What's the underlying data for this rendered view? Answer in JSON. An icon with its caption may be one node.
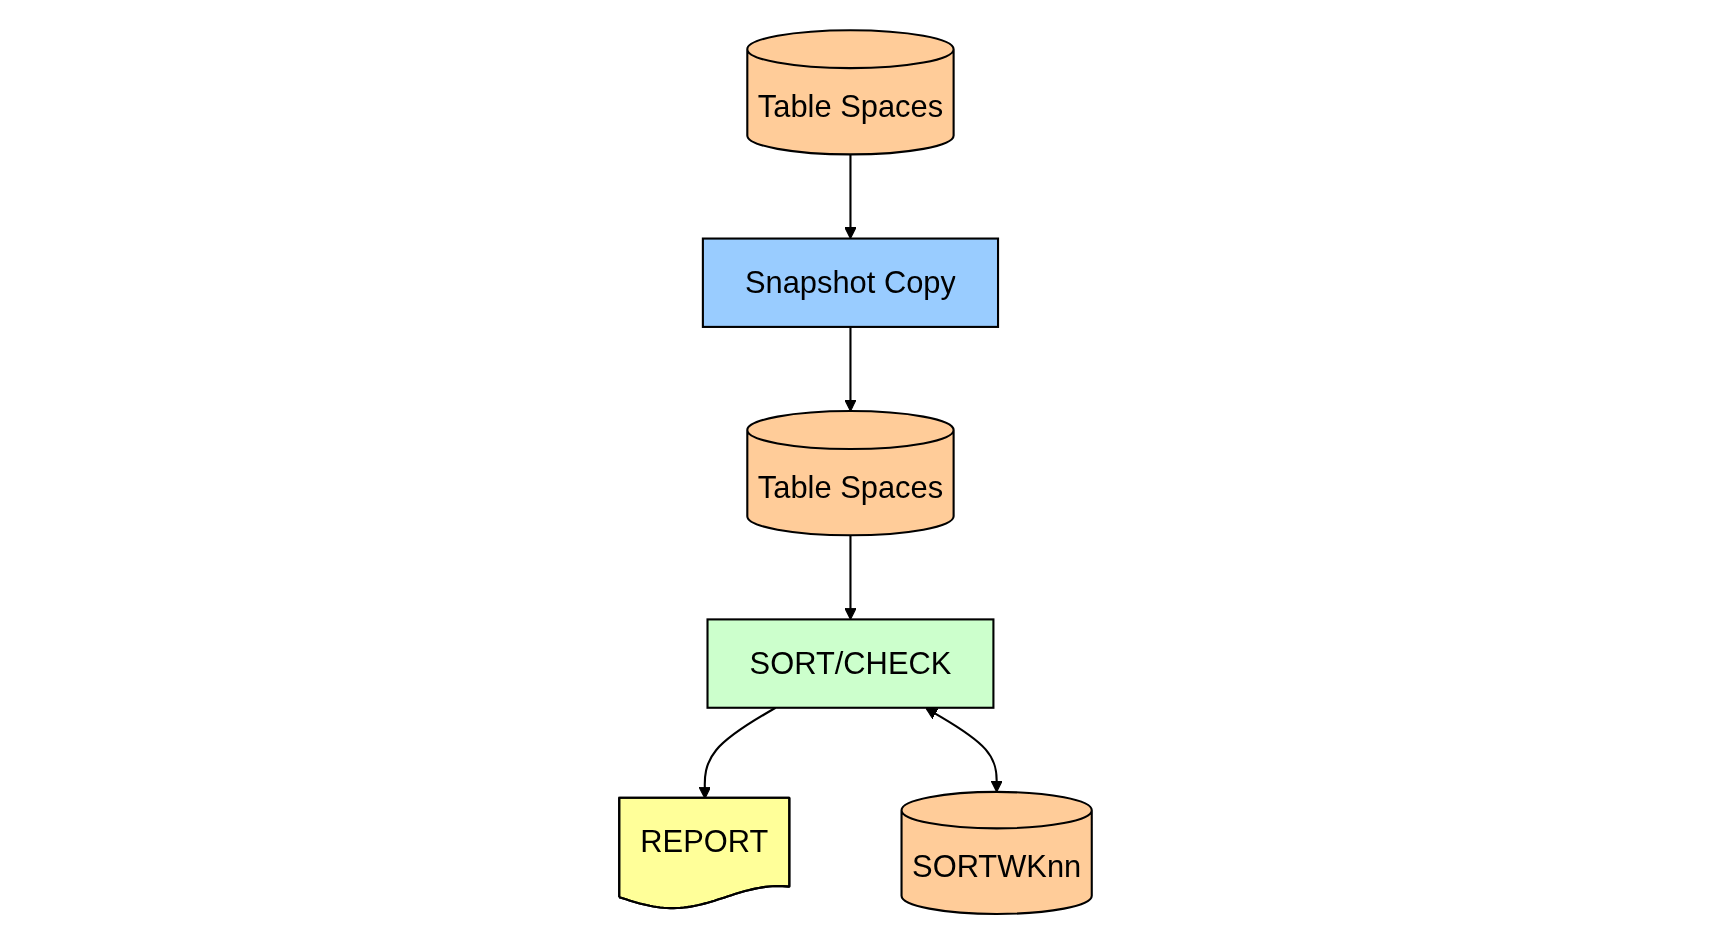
{
  "diagram": {
    "nodes": [
      {
        "text": [
          "Table Spaces"
        ]
      },
      {
        "text": [
          "Snapshot Copy"
        ]
      },
      {
        "text": [
          "Table Spaces"
        ]
      },
      {
        "text": [
          "SORT/CHECK"
        ]
      },
      {
        "text": [
          "SORTWKnn"
        ]
      },
      {
        "text": [
          "REPORT"
        ]
      }
    ],
    "edges": [
      {
        "from": 0,
        "to": 1,
        "arrow": "to"
      },
      {
        "from": 1,
        "to": 2,
        "arrow": "to"
      },
      {
        "from": 2,
        "to": 3,
        "arrow": "to"
      },
      {
        "from": 3,
        "to": 5,
        "arrow": "to"
      },
      {
        "from": 3,
        "to": 4,
        "arrow": "both"
      }
    ]
  }
}
